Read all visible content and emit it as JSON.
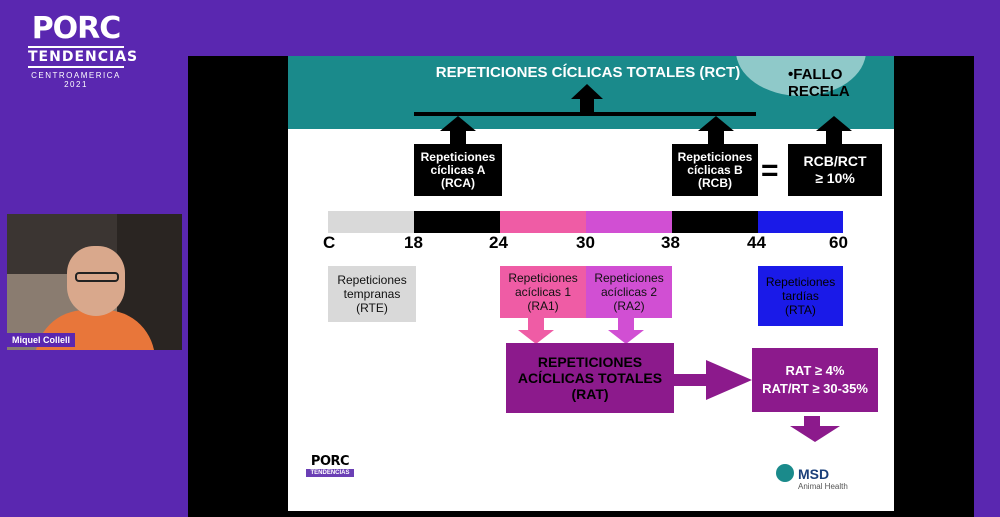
{
  "event": {
    "logo_line1": "PORC",
    "logo_line2": "TENDENCIAS",
    "logo_line3": "CENTROAMERICA 2021"
  },
  "speaker": {
    "name": "Miquel Collell"
  },
  "slide": {
    "title": "REPETICIONES CÍCLICAS TOTALES (RCT)",
    "fallo_line1": "•FALLO",
    "fallo_line2": "RECELA",
    "rca": [
      "Repeticiones",
      "cíclicas A",
      "(RCA)"
    ],
    "rcb": [
      "Repeticiones",
      "cíclicas B",
      "(RCB)"
    ],
    "equals": "=",
    "ratio": [
      "RCB/RCT",
      "≥ 10%"
    ],
    "ticks": [
      "C",
      "18",
      "24",
      "30",
      "38",
      "44",
      "60"
    ],
    "rte": [
      "Repeticiones",
      "tempranas",
      "(RTE)"
    ],
    "ra1": [
      "Repeticiones",
      "acíclicas 1",
      "(RA1)"
    ],
    "ra2": [
      "Repeticiones",
      "acíclicas 2",
      "(RA2)"
    ],
    "rta": [
      "Repeticiones",
      "tardías",
      "(RTA)"
    ],
    "rat": [
      "REPETICIONES",
      "ACÍCLICAS TOTALES",
      "(RAT)"
    ],
    "conditions": [
      "RAT ≥ 4%",
      "RAT/RT ≥ 30-35%"
    ],
    "footer_logo_line1": "PORC",
    "footer_logo_line2": "TENDENCIAS",
    "msd_line1": "MSD",
    "msd_line2": "Animal Health"
  },
  "colors": {
    "background": "#5a27b0",
    "teal": "#1a8a8b",
    "pink": "#ef5ca5",
    "magenta": "#d14fd3",
    "purple": "#8c1a8c",
    "blue": "#1a1ae8",
    "gray": "#d9d9d9"
  }
}
